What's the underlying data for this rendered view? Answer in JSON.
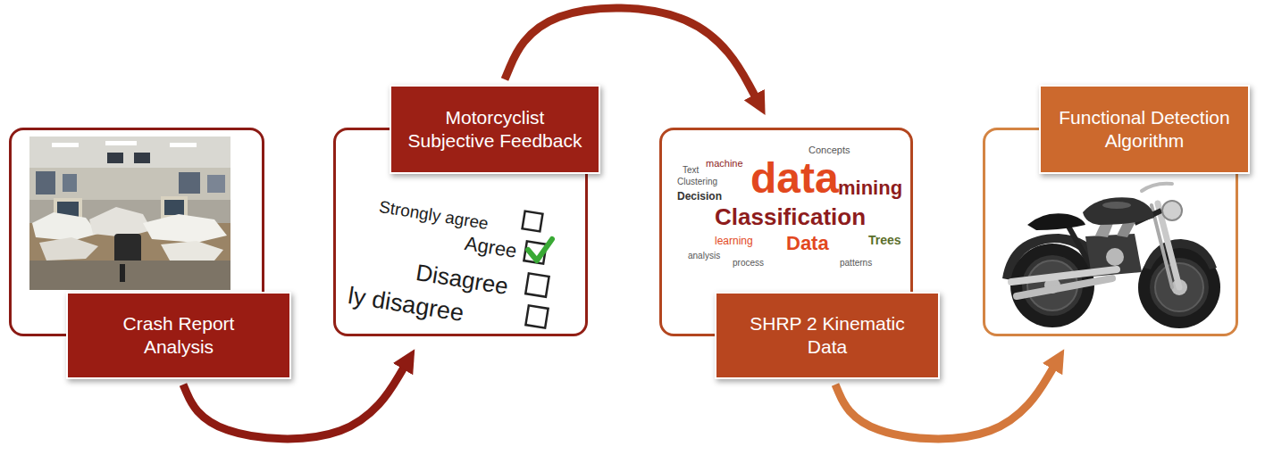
{
  "diagram": {
    "nodes": [
      {
        "text": [
          "Crash Report Analysis"
        ]
      },
      {
        "text": [
          "Motorcyclist Subjective Feedback"
        ]
      },
      {
        "text": [
          "SHRP 2 Kinematic Data"
        ]
      },
      {
        "text": [
          "Functional Detection Algorithm"
        ]
      }
    ],
    "edges": [
      {
        "from": 0,
        "to": 1,
        "arrow": "to"
      },
      {
        "from": 1,
        "to": 2,
        "arrow": "to"
      },
      {
        "from": 2,
        "to": 3,
        "arrow": "to"
      }
    ],
    "labels": [
      "Strongly agree",
      "Agree",
      "Disagree",
      "ly disagree",
      "data",
      "mining",
      "Classification",
      "Data",
      "Decision",
      "Trees",
      "learning",
      "Clustering",
      "Concepts",
      "Text",
      "machine",
      "analysis",
      "process",
      "patterns"
    ]
  }
}
